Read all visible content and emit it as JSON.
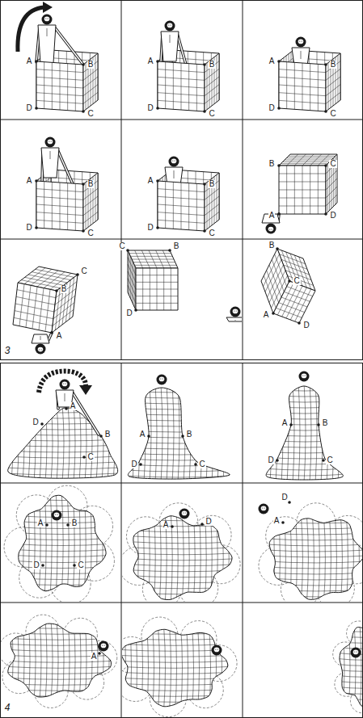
{
  "diagram": {
    "labels": [
      "A",
      "B",
      "D",
      "C",
      "A",
      "B",
      "D",
      "C",
      "A",
      "B",
      "D",
      "C",
      "A",
      "B",
      "D",
      "C",
      "A",
      "B",
      "D",
      "C",
      "B",
      "C",
      "A",
      "D",
      "C",
      "B",
      "A",
      "C",
      "B",
      "D",
      "B",
      "C",
      "A",
      "D",
      "3",
      "A",
      "B",
      "D",
      "C",
      "A",
      "B",
      "D",
      "C",
      "A",
      "B",
      "D",
      "C",
      "A",
      "B",
      "D",
      "C",
      "A",
      "D",
      "D",
      "A",
      "A",
      "4"
    ]
  }
}
